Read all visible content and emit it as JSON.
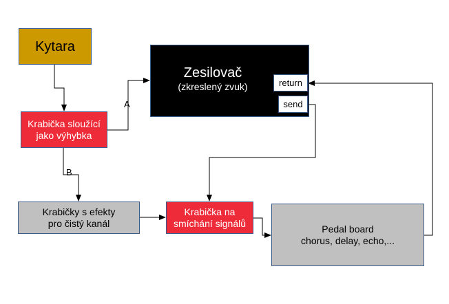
{
  "diagram": {
    "nodes": {
      "guitar": {
        "label": "Kytara",
        "color": "#cc9900"
      },
      "switch_box": {
        "line1": "Krabička sloužící",
        "line2": "jako výhybka",
        "color": "#ee2b39"
      },
      "amplifier": {
        "title": "Zesilovač",
        "subtitle": "(zkreslený zvuk)",
        "color": "#000000",
        "ports": {
          "return": "return",
          "send": "send"
        }
      },
      "clean_effects": {
        "line1": "Krabičky s efekty",
        "line2": "pro čistý kanál",
        "color": "#c0c0c0"
      },
      "mixer": {
        "line1": "Krabička na",
        "line2": "smíchání signálů",
        "color": "#ee2b39"
      },
      "pedal_board": {
        "line1": "Pedal board",
        "line2": "chorus, delay, echo,...",
        "color": "#c0c0c0"
      }
    },
    "edge_labels": {
      "a": "A",
      "b": "B"
    },
    "edges": [
      {
        "from": "guitar",
        "to": "switch_box",
        "label": ""
      },
      {
        "from": "switch_box",
        "to": "amplifier",
        "label": "A"
      },
      {
        "from": "switch_box",
        "to": "clean_effects",
        "label": "B"
      },
      {
        "from": "clean_effects",
        "to": "mixer",
        "label": ""
      },
      {
        "from": "amplifier.send",
        "to": "mixer",
        "label": ""
      },
      {
        "from": "mixer",
        "to": "pedal_board",
        "label": ""
      },
      {
        "from": "pedal_board",
        "to": "amplifier.return",
        "label": ""
      }
    ]
  }
}
